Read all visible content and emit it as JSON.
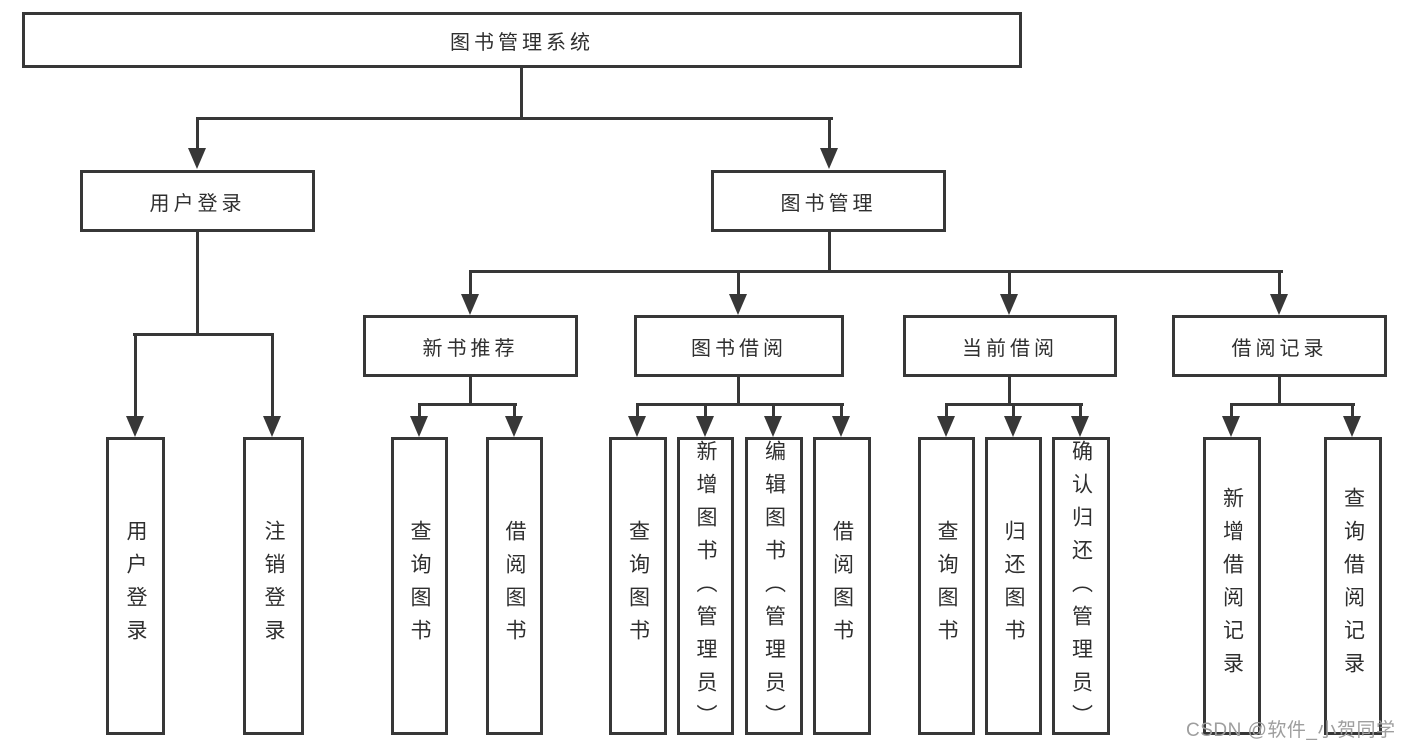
{
  "diagram": {
    "type": "tree",
    "title": "图书管理系统",
    "watermark": "CSDN @软件_小贺同学",
    "colors": {
      "line": "#373737",
      "text": "#2f2f2f",
      "background": "#ffffff",
      "watermark": "#9e9e9e"
    },
    "root": {
      "label": "图书管理系统",
      "children": [
        {
          "label": "用户登录",
          "children": [
            {
              "label": "用户登录"
            },
            {
              "label": "注销登录"
            }
          ]
        },
        {
          "label": "图书管理",
          "children": [
            {
              "label": "新书推荐",
              "children": [
                {
                  "label": "查询图书"
                },
                {
                  "label": "借阅图书"
                }
              ]
            },
            {
              "label": "图书借阅",
              "children": [
                {
                  "label": "查询图书"
                },
                {
                  "label": "新增图书（管理员）"
                },
                {
                  "label": "编辑图书（管理员）"
                },
                {
                  "label": "借阅图书"
                }
              ]
            },
            {
              "label": "当前借阅",
              "children": [
                {
                  "label": "查询图书"
                },
                {
                  "label": "归还图书"
                },
                {
                  "label": "确认归还（管理员）"
                }
              ]
            },
            {
              "label": "借阅记录",
              "children": [
                {
                  "label": "新增借阅记录"
                },
                {
                  "label": "查询借阅记录"
                }
              ]
            }
          ]
        }
      ]
    }
  }
}
